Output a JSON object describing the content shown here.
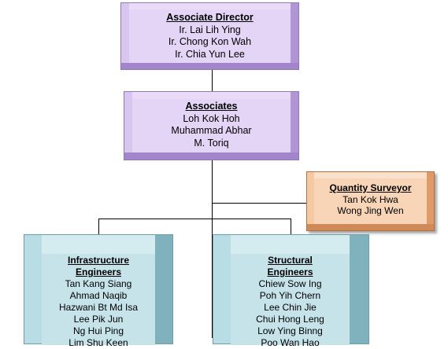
{
  "associate_director": {
    "title": "Associate Director",
    "names": [
      "Ir. Lai Lih Ying",
      "Ir. Chong Kon Wah",
      "Ir. Chia Yun Lee"
    ]
  },
  "associates": {
    "title": "Associates",
    "names": [
      "Loh Kok Hoh",
      "Muhammad Abhar",
      "M. Toriq"
    ]
  },
  "quantity_surveyor": {
    "title": "Quantity Surveyor",
    "names": [
      "Tan Kok Hwa",
      "Wong Jing Wen"
    ]
  },
  "infrastructure_engineers": {
    "title_line1": "Infrastructure",
    "title_line2": "Engineers",
    "names": [
      "Tan Kang Siang",
      "Ahmad Naqib",
      "Hazwani Bt Md Isa",
      "Lee Pik Jun",
      "Ng Hui Ping",
      "Lim Shu Keen"
    ]
  },
  "structural_engineers": {
    "title_line1": "Structural",
    "title_line2": "Engineers",
    "names": [
      "Chiew Sow Ing",
      "Poh Yih Chern",
      "Lee Chin Jie",
      "Chui Hong Leng",
      "Low Ying Binng",
      "Poo Wan Hao"
    ]
  },
  "colors": {
    "director_box": "#e4d4f6",
    "associates_box": "#e4d4f6",
    "surveyor_box": "#f8d5b6",
    "engineers_box": "#c6e3ea"
  }
}
